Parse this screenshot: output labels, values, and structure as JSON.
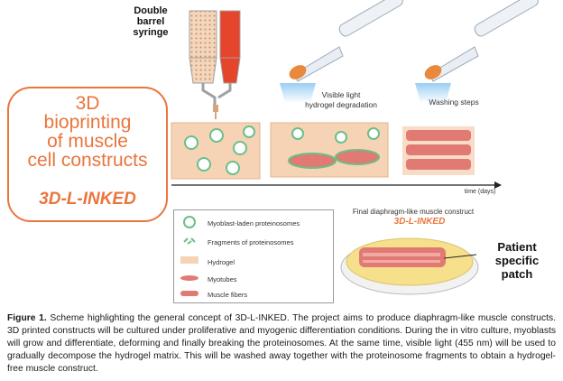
{
  "title": {
    "text": "3D\nbioprinting\nof muscle\ncell constructs",
    "brand": "3D-L-INKED",
    "accent_color": "#e9753d"
  },
  "labels": {
    "syringe": "Double\nbarrel\nsyringe",
    "degradation": "Visible light\nhydrogel degradation",
    "washing": "Washing steps",
    "time_axis": "time (days)",
    "final_construct": "Final diaphragm-like muscle construct",
    "final_brand": "3D-L-INKED",
    "patient": "Patient\nspecific\npatch"
  },
  "legend": [
    {
      "icon": "proteinosome-icon",
      "text": "Myoblast-laden proteinosomes"
    },
    {
      "icon": "proteinosome-fragment-icon",
      "text": "Fragments of proteinosomes"
    },
    {
      "icon": "hydrogel-icon",
      "text": "Hydrogel"
    },
    {
      "icon": "myotube-icon",
      "text": "Myotubes"
    },
    {
      "icon": "muscle-fiber-icon",
      "text": "Muscle fibers"
    }
  ],
  "caption": {
    "label": "Figure 1.",
    "text": "Scheme highlighting the general concept of 3D-L-INKED. The project aims to produce diaphragm-like muscle constructs. 3D printed constructs will be cultured under proliferative and myogenic differentiation conditions. During the in vitro culture, myoblasts will grow and differentiate, deforming and finally breaking the proteinosomes. At the same time, visible light (455 nm) will be used to gradually decompose the hydrogel matrix. This will be washed away together with the proteinosome fragments to obtain a hydrogel-free muscle construct."
  },
  "colors": {
    "hydrogel": "#f5d3b4",
    "proteinosome_ring": "#6bbf8a",
    "muscle": "#e07a72",
    "syringe_red": "#e5452b",
    "light_blue": "#4fa3e0"
  }
}
